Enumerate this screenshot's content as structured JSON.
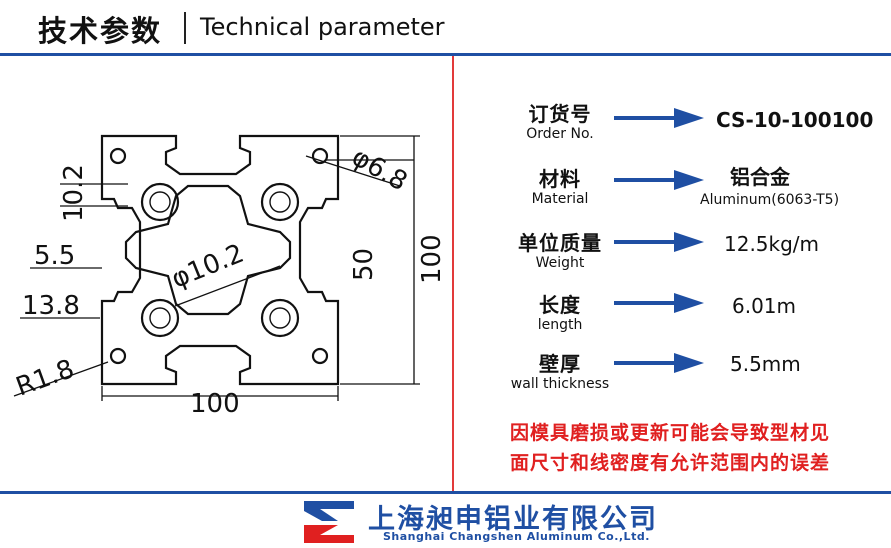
{
  "header": {
    "title_cn": "技术参数",
    "title_en": "Technical parameter"
  },
  "drawing": {
    "dims": {
      "hole": "6.8",
      "slot_top": "10.2",
      "wall": "5.5",
      "slot": "13.8",
      "radius": "R1.8",
      "center_hole": "10.2",
      "inner": "50",
      "height": "100",
      "width": "100"
    }
  },
  "params": [
    {
      "cn": "订货号",
      "en": "Order No.",
      "value": "CS-10-100100"
    },
    {
      "cn": "材料",
      "en": "Material",
      "value": "铝合金",
      "value_sub": "Aluminum(6063-T5)"
    },
    {
      "cn": "单位质量",
      "en": "Weight",
      "value": "12.5kg/m"
    },
    {
      "cn": "长度",
      "en": "length",
      "value": "6.01m"
    },
    {
      "cn": "壁厚",
      "en": "wall thickness",
      "value": "5.5mm"
    }
  ],
  "note": {
    "line1": "因模具磨损或更新可能会导致型材见",
    "line2": "面尺寸和线密度有允许范围内的误差"
  },
  "footer": {
    "company_cn": "上海昶申铝业有限公司",
    "company_en": "Shanghai Changshen Aluminum Co.,Ltd."
  },
  "colors": {
    "blue": "#1f4fa3",
    "red": "#e02020"
  }
}
